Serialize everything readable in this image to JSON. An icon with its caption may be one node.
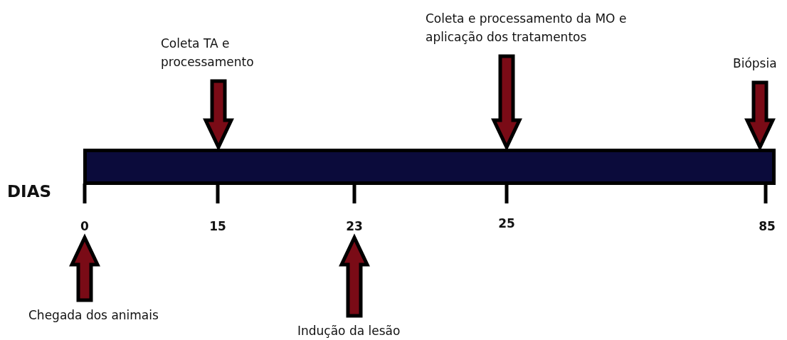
{
  "diagram": {
    "nodes": [
      {
        "text": [],
        "shape": "bar"
      },
      {
        "text": [
          "Coleta TA e processamento"
        ]
      },
      {
        "text": [
          "Coleta e processamento da MO e aplicação dos tratamentos"
        ]
      },
      {
        "text": [
          "Biópsia"
        ]
      },
      {
        "text": [
          "0"
        ]
      },
      {
        "text": [
          "23"
        ]
      },
      {
        "text": [
          "Chegada dos animais"
        ]
      },
      {
        "text": [
          "Indução da lesão"
        ]
      }
    ],
    "edges": [
      {
        "from": 1,
        "to": 0,
        "arrow": "to"
      },
      {
        "from": 2,
        "to": 0,
        "arrow": "to"
      },
      {
        "from": 3,
        "to": 0,
        "arrow": "to"
      },
      {
        "from": 6,
        "to": 4,
        "arrow": "to"
      },
      {
        "from": 7,
        "to": 5,
        "arrow": "to"
      }
    ],
    "labels": [
      "DIAS",
      "15",
      "25",
      "85"
    ]
  }
}
